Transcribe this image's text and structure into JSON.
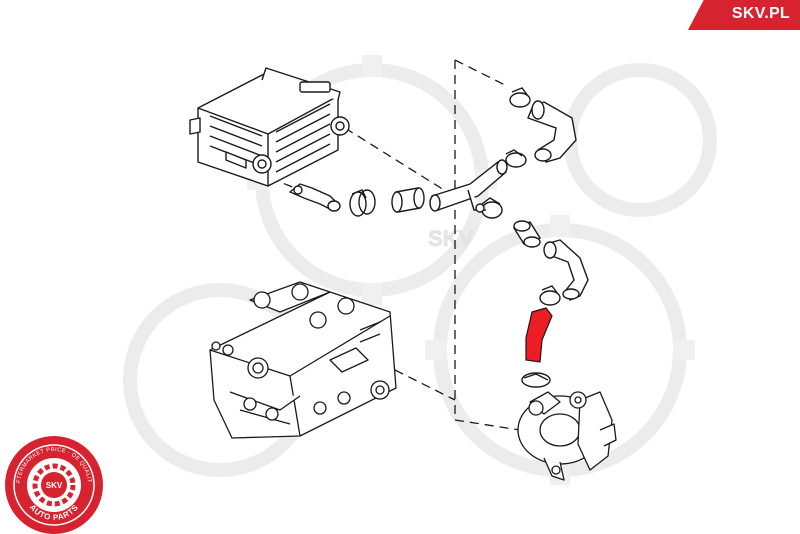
{
  "brand": {
    "site": "SKV.PL"
  },
  "seal": {
    "top_text": "AFTERMARKET PRICE · OE QUALITY",
    "bottom_text": "AUTO PARTS",
    "center_text": "SKV",
    "color": "#d7232f"
  },
  "watermark": {
    "text": "SKV"
  },
  "colors": {
    "line": "#1a1a1a",
    "highlight_hose": "#ee1c24",
    "brand_red": "#d7232f",
    "watermark": "#ececec"
  },
  "parts": [
    "intercooler",
    "intercooler-outlet-elbow",
    "hose-clamp",
    "straight-hose",
    "intake-pipe",
    "upper-elbow-hose",
    "coupler",
    "s-bend-hose",
    "turbo-inlet-hose",
    "turbocharger",
    "cylinder-head"
  ],
  "highlighted_part": "turbo-inlet-hose"
}
